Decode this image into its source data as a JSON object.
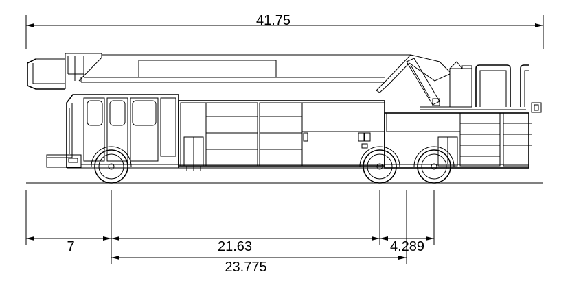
{
  "dimensions": {
    "overall_length": "41.75",
    "front_overhang": "7",
    "wheelbase_front_to_rear1": "21.63",
    "rear_axle_spacing": "4.289",
    "wheelbase_front_to_rear_center": "23.775"
  },
  "colors": {
    "line": "#000000",
    "background": "#ffffff"
  }
}
